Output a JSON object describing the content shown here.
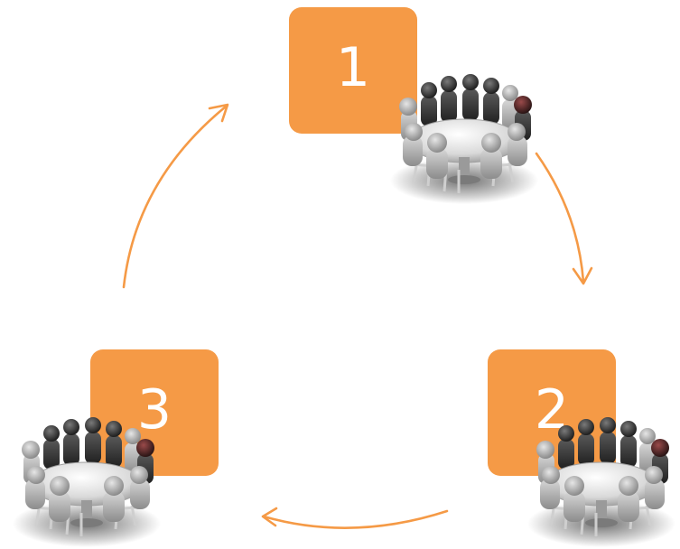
{
  "diagram": {
    "accent_color": "#F59A46",
    "steps": [
      {
        "number": "1",
        "icon": "round-table-meeting-icon"
      },
      {
        "number": "2",
        "icon": "round-table-meeting-icon"
      },
      {
        "number": "3",
        "icon": "round-table-meeting-icon"
      }
    ],
    "connectors": [
      {
        "from": "1",
        "to": "2",
        "icon": "curved-arrow-icon"
      },
      {
        "from": "2",
        "to": "3",
        "icon": "curved-arrow-icon"
      },
      {
        "from": "3",
        "to": "1",
        "icon": "curved-arrow-icon"
      }
    ]
  }
}
